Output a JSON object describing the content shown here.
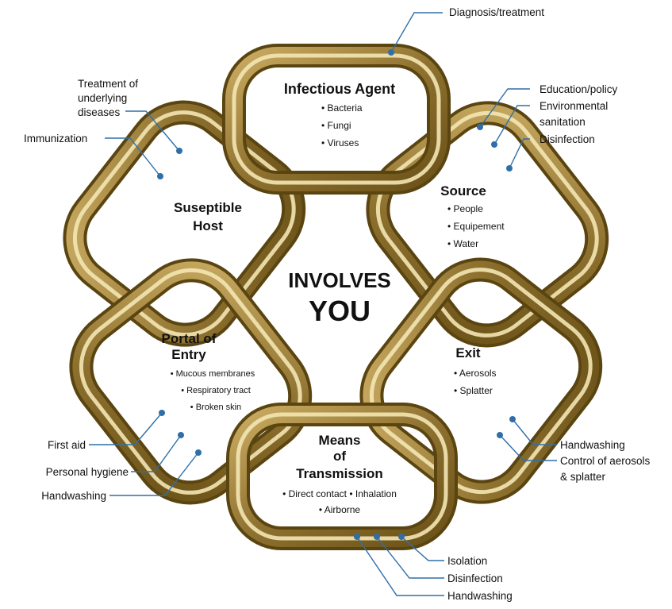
{
  "colors": {
    "chain_dark": "#5a4410",
    "chain_mid": "#9a7d36",
    "chain_light": "#f3e6b4",
    "leader_line": "#2f6fa8",
    "text": "#111111"
  },
  "center": {
    "line1": "INVOLVES",
    "line2": "YOU"
  },
  "links": {
    "infectious_agent": {
      "title": "Infectious Agent",
      "items": [
        "• Bacteria",
        "• Fungi",
        "• Viruses"
      ]
    },
    "source": {
      "title": "Source",
      "items": [
        "• People",
        "• Equipement",
        "• Water"
      ]
    },
    "exit": {
      "title": "Exit",
      "items": [
        "• Aerosols",
        "• Splatter"
      ]
    },
    "means": {
      "title_lines": [
        "Means",
        "of",
        "Transmission"
      ],
      "items": [
        "• Direct contact • Inhalation",
        "• Airborne"
      ]
    },
    "portal": {
      "title_lines": [
        "Portal of",
        "Entry"
      ],
      "items": [
        "• Mucous membranes",
        "• Respiratory tract",
        "• Broken skin"
      ]
    },
    "host": {
      "title_lines": [
        "Suseptible",
        "Host"
      ]
    }
  },
  "callouts": {
    "top": {
      "text": "Diagnosis/treatment"
    },
    "upper_right": {
      "items": [
        {
          "lines": [
            "Education/policy"
          ]
        },
        {
          "lines": [
            "Environmental",
            "sanitation"
          ]
        },
        {
          "lines": [
            "Disinfection"
          ]
        }
      ]
    },
    "lower_right": {
      "items": [
        {
          "lines": [
            "Handwashing"
          ]
        },
        {
          "lines": [
            "Control of aerosols",
            "& splatter"
          ]
        }
      ]
    },
    "bottom": {
      "items": [
        {
          "lines": [
            "Isolation"
          ]
        },
        {
          "lines": [
            "Disinfection"
          ]
        },
        {
          "lines": [
            "Handwashing"
          ]
        }
      ]
    },
    "lower_left": {
      "items": [
        {
          "lines": [
            "First aid"
          ]
        },
        {
          "lines": [
            "Personal hygiene"
          ]
        },
        {
          "lines": [
            "Handwashing"
          ]
        }
      ]
    },
    "upper_left": {
      "items": [
        {
          "lines": [
            "Treatment of",
            "underlying",
            "diseases"
          ]
        },
        {
          "lines": [
            "Immunization"
          ]
        }
      ]
    }
  }
}
